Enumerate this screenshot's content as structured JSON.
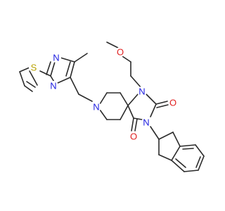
{
  "atoms": {
    "s1": {
      "symbol": "S",
      "color": "#b8a200"
    },
    "n_imidazole_a": {
      "symbol": "N",
      "color": "#2020e0"
    },
    "n_imidazole_b": {
      "symbol": "N",
      "color": "#2020e0"
    },
    "n_piperidine": {
      "symbol": "N",
      "color": "#2020e0"
    },
    "n_hydantoin_1": {
      "symbol": "N",
      "color": "#2020e0"
    },
    "n_hydantoin_3": {
      "symbol": "N",
      "color": "#2020e0"
    },
    "o_ether": {
      "symbol": "O",
      "color": "#e02020"
    },
    "o_carbonyl_2": {
      "symbol": "O",
      "color": "#e02020"
    },
    "o_carbonyl_4": {
      "symbol": "O",
      "color": "#e02020"
    }
  },
  "colors": {
    "bond": "#2b2b2b",
    "background": "#ffffff"
  }
}
